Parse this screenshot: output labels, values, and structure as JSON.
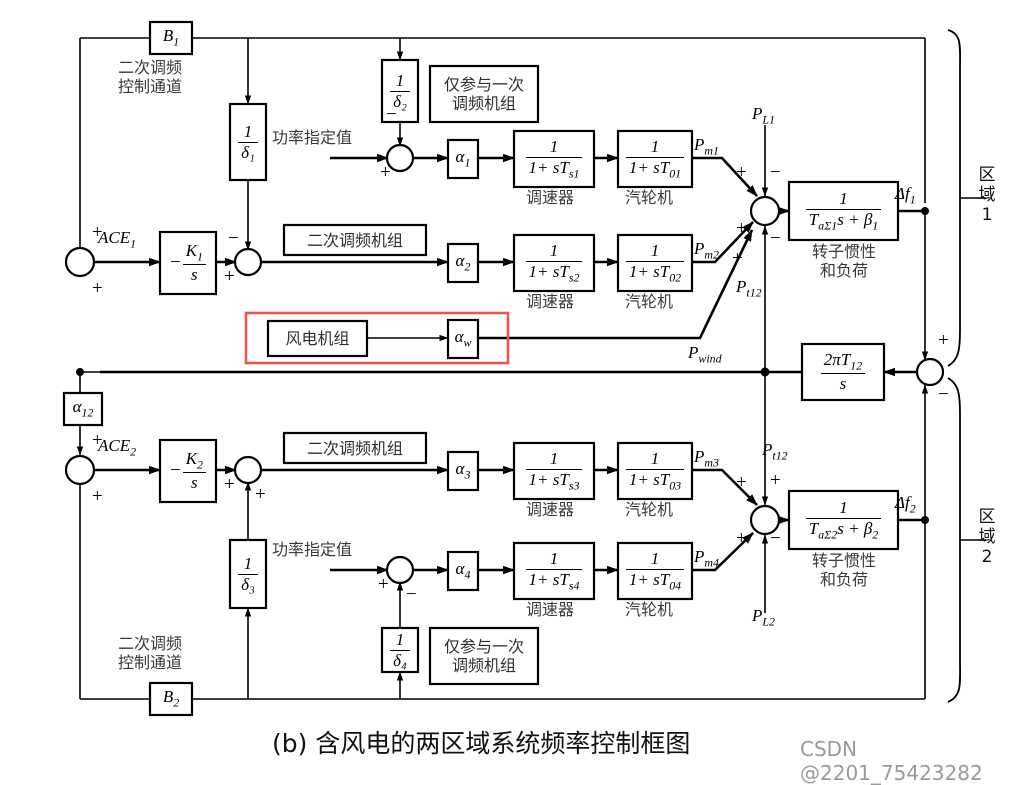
{
  "figure": {
    "caption": "(b) 含风电的两区域系统频率控制框图",
    "watermark": "CSDN @2201_75423282",
    "area1_tag": "区\n域\n1",
    "area1_tag_l1": "区",
    "area1_tag_l2": "域",
    "area1_tag_l3": "1",
    "area2_tag_l1": "区",
    "area2_tag_l2": "域",
    "area2_tag_l3": "2"
  },
  "area1": {
    "bias_block": "B₁",
    "bias_block_base": "B",
    "bias_block_sub": "1",
    "secondary_channel_note_l1": "二次调频",
    "secondary_channel_note_l2": "控制通道",
    "droop1_num": "1",
    "droop1_den": "δ₁",
    "droop2_num": "1",
    "droop2_den": "δ₂",
    "primary_only_note_l1": "仅参与一次",
    "primary_only_note_l2": "调频机组",
    "power_setpoint": "功率指定值",
    "ace_label": "ACE₁",
    "integrator_num": "K₁",
    "integrator_den": "s",
    "integrator_sign": "−",
    "secondary_unit_note": "二次调频机组",
    "alpha1": "α₁",
    "alpha2": "α₂",
    "alpha_w": "αw",
    "wind_unit": "风电机组",
    "governor1_num": "1",
    "governor1_den": "1 + sTs1",
    "governor2_num": "1",
    "governor2_den": "1 + sTs2",
    "governor_label": "调速器",
    "turbine1_num": "1",
    "turbine1_den": "1 + sT01",
    "turbine2_num": "1",
    "turbine2_den": "1 + sT02",
    "turbine_label": "汽轮机",
    "pm1": "Pm1",
    "pm2": "Pm2",
    "pwind": "Pwind",
    "pl1": "PL1",
    "pt12": "Pt12",
    "rotor_num": "1",
    "rotor_den": "TaΣ1 s + β1",
    "rotor_note_l1": "转子惯性",
    "rotor_note_l2": "和负荷",
    "df1": "Δf₁"
  },
  "area2": {
    "bias_block_base": "B",
    "bias_block_sub": "2",
    "secondary_channel_note_l1": "二次调频",
    "secondary_channel_note_l2": "控制通道",
    "droop3_num": "1",
    "droop3_den": "δ₃",
    "droop4_num": "1",
    "droop4_den": "δ₄",
    "primary_only_note_l1": "仅参与一次",
    "primary_only_note_l2": "调频机组",
    "power_setpoint": "功率指定值",
    "ace_label": "ACE₂",
    "integrator_num": "K₂",
    "integrator_den": "s",
    "integrator_sign": "−",
    "secondary_unit_note": "二次调频机组",
    "alpha3": "α₃",
    "alpha4": "α₄",
    "alpha12": "α₁₂",
    "governor3_num": "1",
    "governor3_den": "1 + sTs3",
    "governor4_num": "1",
    "governor4_den": "1 + sTs4",
    "governor_label": "调速器",
    "turbine3_num": "1",
    "turbine3_den": "1 + sT03",
    "turbine4_num": "1",
    "turbine4_den": "1 + sT04",
    "turbine_label": "汽轮机",
    "pm3": "Pm3",
    "pm4": "Pm4",
    "pl2": "PL2",
    "pt12": "Pt12",
    "rotor_num": "1",
    "rotor_den": "TaΣ2 s + β2",
    "rotor_note_l1": "转子惯性",
    "rotor_note_l2": "和负荷",
    "df2": "Δf₂"
  },
  "tieline": {
    "num": "2πT₁₂",
    "den": "s",
    "plus": "+",
    "minus": "−"
  },
  "signs": {
    "plus": "+",
    "minus": "−"
  },
  "colors": {
    "highlight": "#e8574c",
    "line": "#000000",
    "note": "#3a3a3a"
  }
}
